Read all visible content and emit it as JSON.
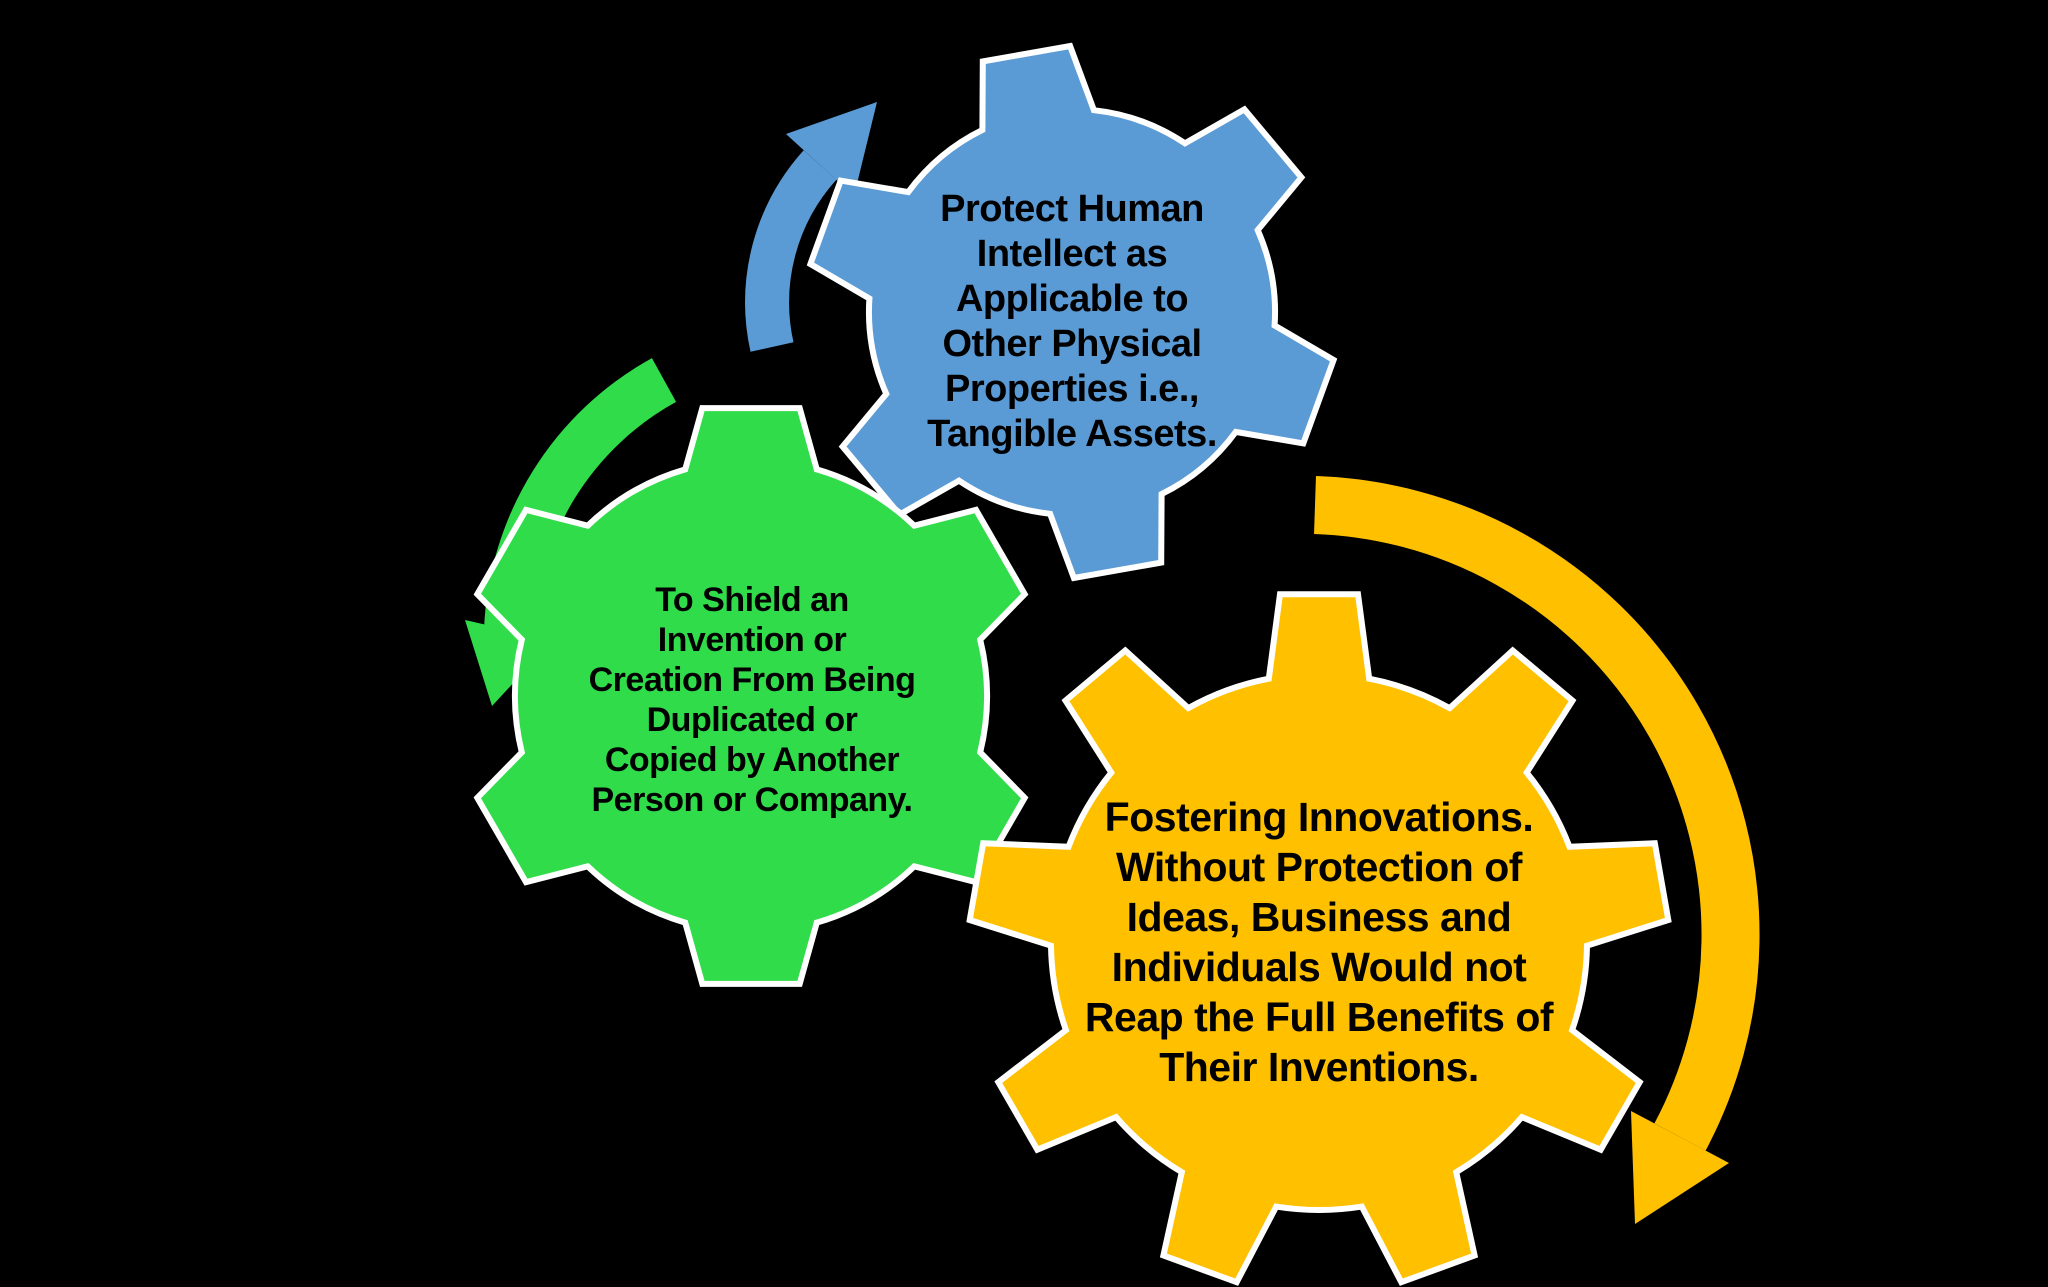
{
  "colors": {
    "background": "#000000",
    "blue": "#5B9BD5",
    "green": "#30DC4A",
    "yellow": "#FFC000",
    "outline": "#FFFFFF",
    "text": "#000000"
  },
  "gears": [
    {
      "id": "blue-gear",
      "text": "Protect Human\nIntellect as\nApplicable to\nOther Physical\nProperties i.e.,\nTangible Assets."
    },
    {
      "id": "green-gear",
      "text": "To Shield an\nInvention or\nCreation From Being\nDuplicated or\nCopied by Another\nPerson or Company."
    },
    {
      "id": "yellow-gear",
      "text": "Fostering Innovations.\nWithout Protection of\nIdeas, Business and\nIndividuals Would not\nReap the Full Benefits of\nTheir Inventions."
    }
  ],
  "arrows": [
    {
      "id": "blue-rotation-arrow",
      "icon": "curved-arrow-clockwise"
    },
    {
      "id": "green-rotation-arrow",
      "icon": "curved-arrow-counterclockwise"
    },
    {
      "id": "yellow-rotation-arrow",
      "icon": "curved-arrow-clockwise"
    }
  ]
}
